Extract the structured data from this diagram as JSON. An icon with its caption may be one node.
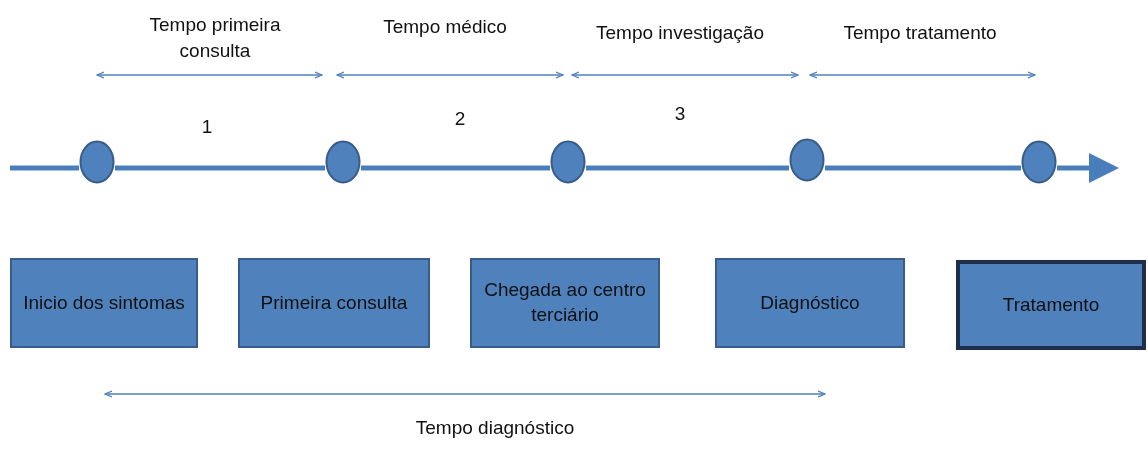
{
  "diagram": {
    "nodes": [
      {
        "text": [],
        "shape": "circle"
      },
      {
        "text": [],
        "shape": "circle"
      },
      {
        "text": [],
        "shape": "circle"
      },
      {
        "text": [],
        "shape": "circle"
      },
      {
        "text": [],
        "shape": "circle"
      },
      {
        "text": [
          "Inicio dos sintomas"
        ]
      },
      {
        "text": [
          "Primeira consulta"
        ]
      },
      {
        "text": [
          "Chegada ao centro terciário"
        ]
      },
      {
        "text": [
          "Diagnóstico"
        ]
      },
      {
        "text": [
          "Tratamento"
        ]
      }
    ],
    "edges": [
      {
        "from": null,
        "to": 0,
        "arrow": "none"
      },
      {
        "from": 0,
        "to": 1,
        "arrow": "none"
      },
      {
        "from": 1,
        "to": 2,
        "arrow": "none"
      },
      {
        "from": 2,
        "to": 3,
        "arrow": "none"
      },
      {
        "from": 3,
        "to": 4,
        "arrow": "none"
      },
      {
        "from": 4,
        "to": null,
        "arrow": "to"
      }
    ],
    "labels": [
      "Tempo primeira consulta",
      "Tempo médico",
      "Tempo investigação",
      "Tempo tratamento",
      "1",
      "2",
      "3",
      "Tempo diagnóstico"
    ]
  }
}
